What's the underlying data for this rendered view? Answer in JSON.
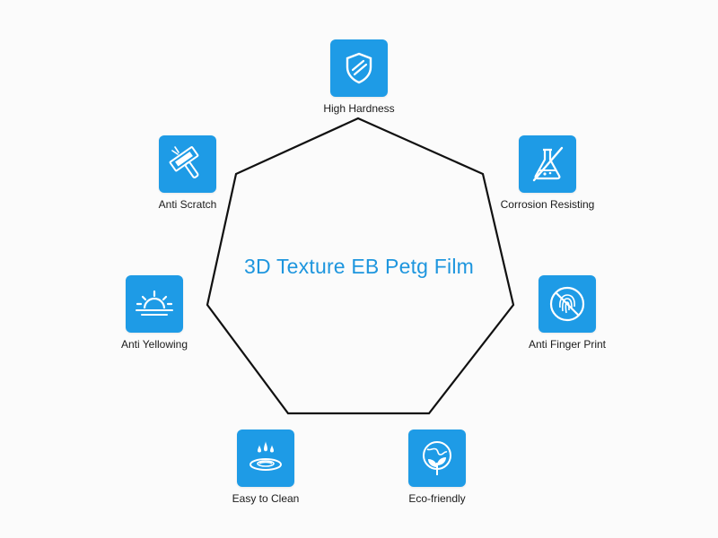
{
  "diagram": {
    "center_title": "3D Texture EB Petg Film",
    "outline_color": "#111111",
    "accent_color": "#1e9be6",
    "title_color": "#1e96de",
    "features": [
      {
        "label": "High Hardness",
        "icon": "shield-icon"
      },
      {
        "label": "Corrosion Resisting",
        "icon": "flask-crossed-icon"
      },
      {
        "label": "Anti Finger Print",
        "icon": "fingerprint-crossed-icon"
      },
      {
        "label": "Eco-friendly",
        "icon": "globe-leaf-icon"
      },
      {
        "label": "Easy to Clean",
        "icon": "water-splash-icon"
      },
      {
        "label": "Anti Yellowing",
        "icon": "sunrise-icon"
      },
      {
        "label": "Anti Scratch",
        "icon": "scratch-tool-icon"
      }
    ]
  }
}
